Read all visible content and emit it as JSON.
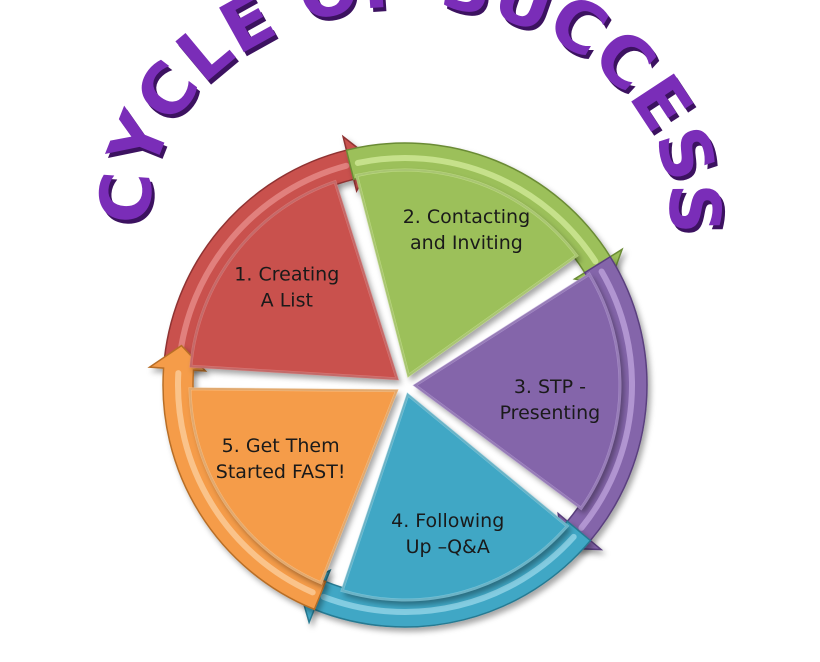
{
  "title": "CYCLE OF SUCCESS",
  "colors": {
    "title": "#7a2db8",
    "title_shadow": "#3c1260"
  },
  "segments": [
    {
      "id": "creating-list",
      "lines": [
        "1. Creating",
        "A List"
      ],
      "color": "#c9514e",
      "light": "#e8908d",
      "dark": "#8f3331"
    },
    {
      "id": "contacting-inviting",
      "lines": [
        "2. Contacting",
        "and Inviting"
      ],
      "color": "#9cc05a",
      "light": "#d4ec9c",
      "dark": "#6b8b34"
    },
    {
      "id": "stp-presenting",
      "lines": [
        "3. STP -",
        "Presenting"
      ],
      "color": "#8465aa",
      "light": "#c0a6de",
      "dark": "#5a3f7e"
    },
    {
      "id": "following-up",
      "lines": [
        "4. Following",
        "Up –Q&A"
      ],
      "color": "#3fa7c5",
      "light": "#9ad8ea",
      "dark": "#277a92"
    },
    {
      "id": "get-started",
      "lines": [
        "5. Get Them",
        "Started FAST!"
      ],
      "color": "#f59c4a",
      "light": "#fbd0a0",
      "dark": "#b86e26"
    }
  ]
}
